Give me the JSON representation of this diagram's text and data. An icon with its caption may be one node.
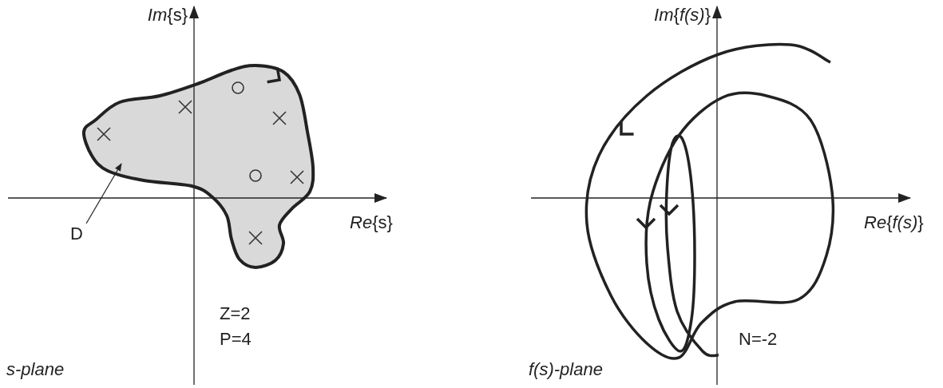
{
  "diagram": {
    "nodes": [
      {
        "text": [
          "D"
        ]
      },
      {
        "text": [],
        "shape": "blob"
      }
    ],
    "edges": [
      {
        "from": 0,
        "to": 1,
        "arrow": "to"
      }
    ],
    "labels": [
      "*Im*{s}",
      "*Re*{s}",
      "Z=2",
      "P=4",
      "s-plane",
      "*Im*{*f(s)*}",
      "*Re*{*f(s)*}",
      "f(s)-plane",
      "N=-2"
    ]
  }
}
